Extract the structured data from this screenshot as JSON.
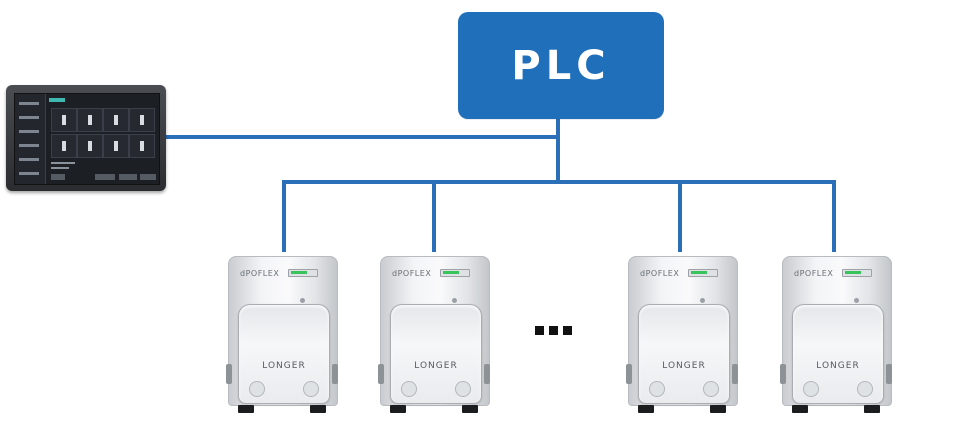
{
  "plc": {
    "label": "PLC",
    "color": "#1f6fba"
  },
  "wire_color": "#2a6fb8",
  "devices": {
    "hmi": {
      "icon": "touch-panel-hmi-icon"
    },
    "pumps": [
      {
        "brand": "dPOFLEX",
        "logo": "LONGER"
      },
      {
        "brand": "dPOFLEX",
        "logo": "LONGER"
      },
      {
        "brand": "dPOFLEX",
        "logo": "LONGER"
      },
      {
        "brand": "dPOFLEX",
        "logo": "LONGER"
      }
    ]
  }
}
